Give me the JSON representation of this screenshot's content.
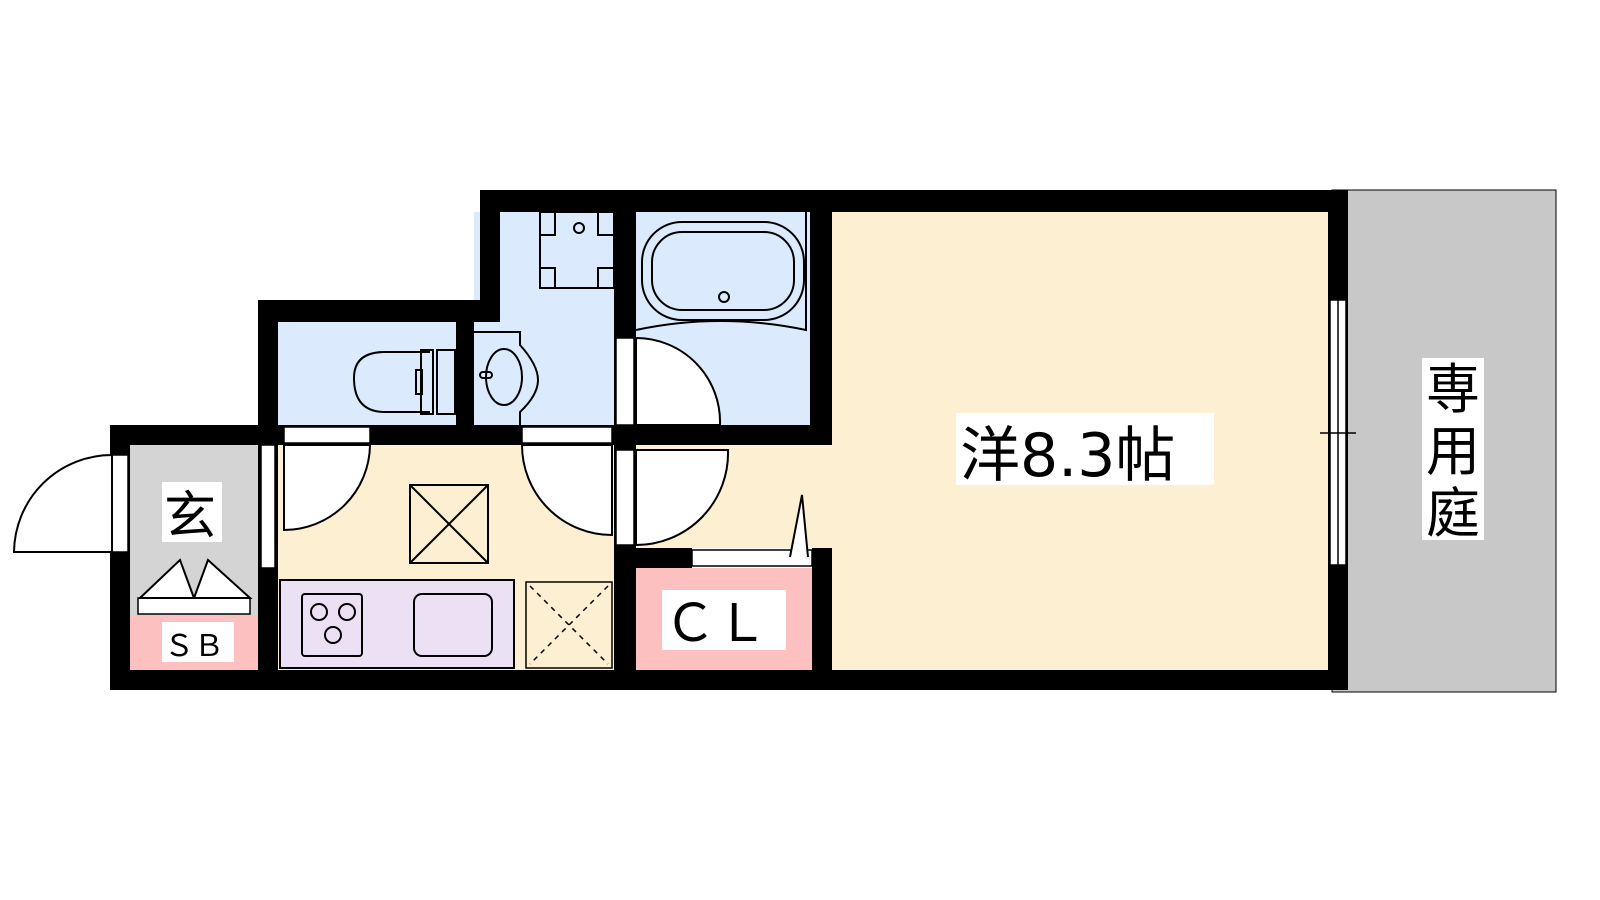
{
  "floorplan": {
    "rooms": {
      "western_room": "洋8.3帖",
      "entrance": "玄",
      "shoe_box": "ＳＢ",
      "closet": "ＣＬ",
      "private_garden": [
        "専",
        "用",
        "庭"
      ]
    },
    "colors": {
      "room": "#fdf0d2",
      "wet_area": "#dbeafc",
      "entrance": "#d4d4d4",
      "storage": "#fcc0c0",
      "kitchen": "#ece0f5",
      "garden": "#c8c8c8",
      "wall": "#000000"
    }
  }
}
